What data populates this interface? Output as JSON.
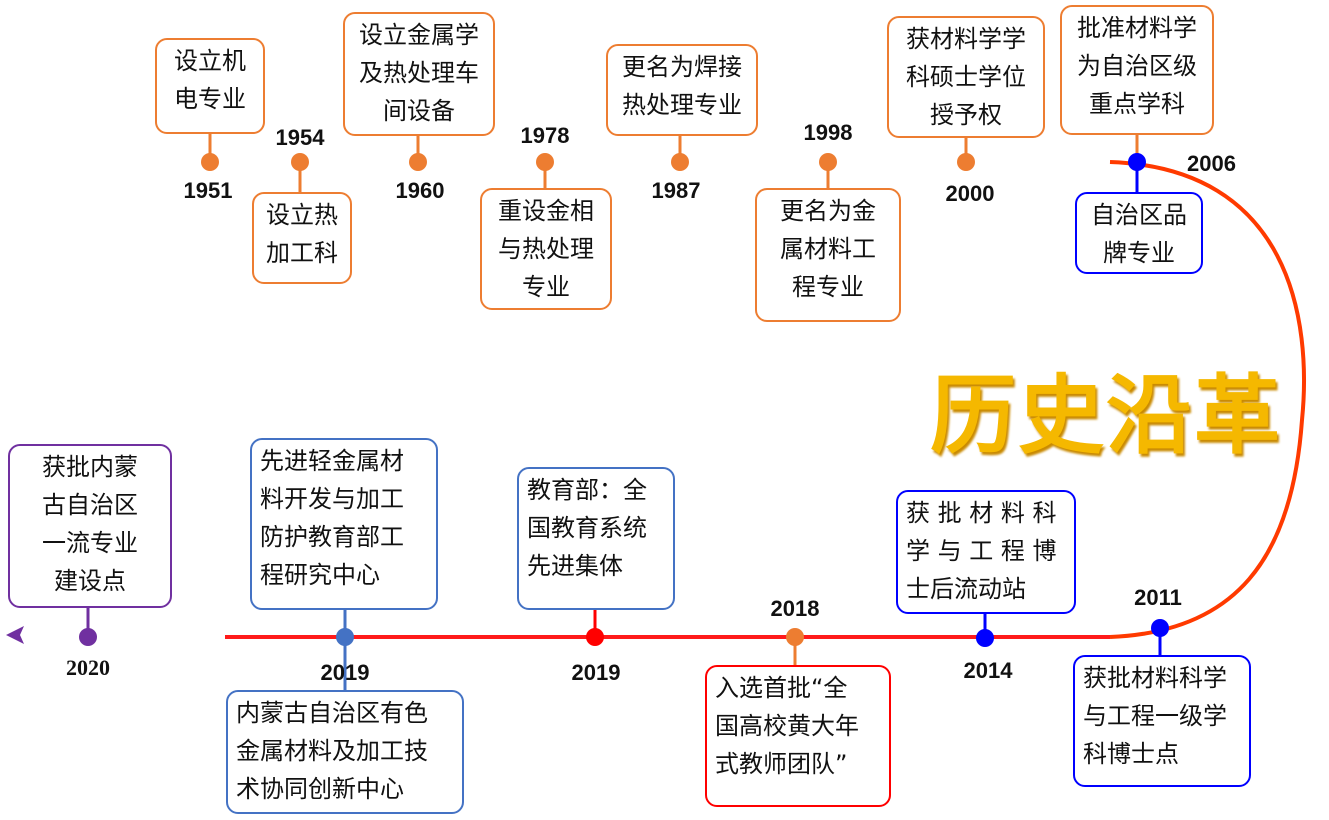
{
  "title": "历史沿革",
  "events": [
    {
      "year": "1951",
      "text": "设立机\n电专业",
      "color": "#ed7d31"
    },
    {
      "year": "1954",
      "text": "设立热\n加工科",
      "color": "#ed7d31"
    },
    {
      "year": "1960",
      "text": "设立金属学\n及热处理车\n间设备",
      "color": "#ed7d31"
    },
    {
      "year": "1978",
      "text": "重设金相\n与热处理\n专业",
      "color": "#ed7d31"
    },
    {
      "year": "1987",
      "text": "更名为焊接\n热处理专业",
      "color": "#ed7d31"
    },
    {
      "year": "1998",
      "text": "更名为金\n属材料工\n程专业",
      "color": "#ed7d31"
    },
    {
      "year": "2000",
      "text": "获材料学学\n科硕士学位\n授予权",
      "color": "#ed7d31"
    },
    {
      "year": "2006",
      "text": "批准材料学\n为自治区级\n重点学科",
      "text2": "自治区品\n牌专业",
      "color": "#0000ff"
    },
    {
      "year": "2011",
      "text": "获批材料科学\n与工程一级学\n科博士点",
      "color": "#0000ff"
    },
    {
      "year": "2014",
      "text": "获 批 材 料 科\n学 与 工 程 博\n士后流动站",
      "color": "#0000ff"
    },
    {
      "year": "2018",
      "text": "入选首批“全\n国高校黄大年\n式教师团队”",
      "color": "#ff0000"
    },
    {
      "year": "2019",
      "text": "教育部：全\n国教育系统\n先进集体",
      "color": "#ff0000"
    },
    {
      "year": "2019",
      "text": "先进轻金属材\n料开发与加工\n防护教育部工\n程研究中心",
      "text2": "内蒙古自治区有色\n金属材料及加工技\n术协同创新中心",
      "color": "#4472c4"
    },
    {
      "year": "2020",
      "text": "获批内蒙\n古自治区\n一流专业\n建设点",
      "color": "#7030a0"
    }
  ]
}
